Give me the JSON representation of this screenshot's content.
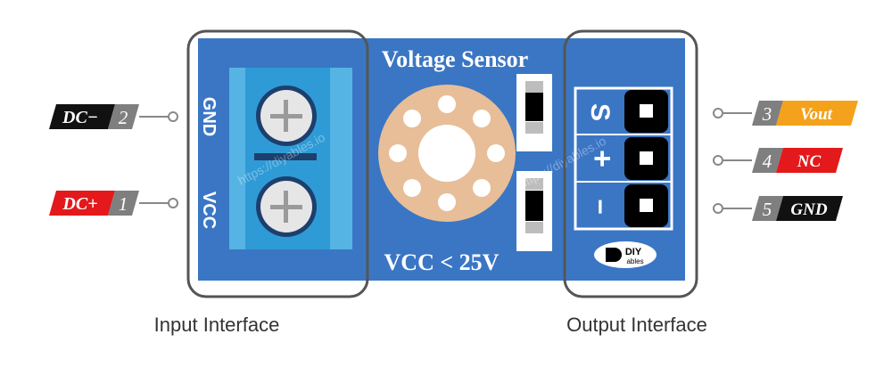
{
  "board": {
    "title": "Voltage Sensor",
    "rating": "VCC < 25V",
    "input_labels": {
      "gnd": "GND",
      "vcc": "VCC"
    },
    "output_labels": {
      "signal": "S",
      "plus": "+",
      "minus": "−"
    },
    "watermark": "https://diyables.io",
    "logo_text": {
      "top": "DIY",
      "bottom": "ables"
    },
    "colors": {
      "board": "#3a76c4",
      "terminal": "#2f9bd6",
      "pad": "#e7be98",
      "header": "#000000"
    }
  },
  "left_pins": [
    {
      "number": "2",
      "label": "DC−",
      "color": "#111111"
    },
    {
      "number": "1",
      "label": "DC+",
      "color": "#e3191b"
    }
  ],
  "right_pins": [
    {
      "number": "3",
      "label": "Vout",
      "color": "#f4a21c"
    },
    {
      "number": "4",
      "label": "NC",
      "color": "#e3191b"
    },
    {
      "number": "5",
      "label": "GND",
      "color": "#111111"
    }
  ],
  "captions": {
    "input": "Input Interface",
    "output": "Output Interface"
  }
}
